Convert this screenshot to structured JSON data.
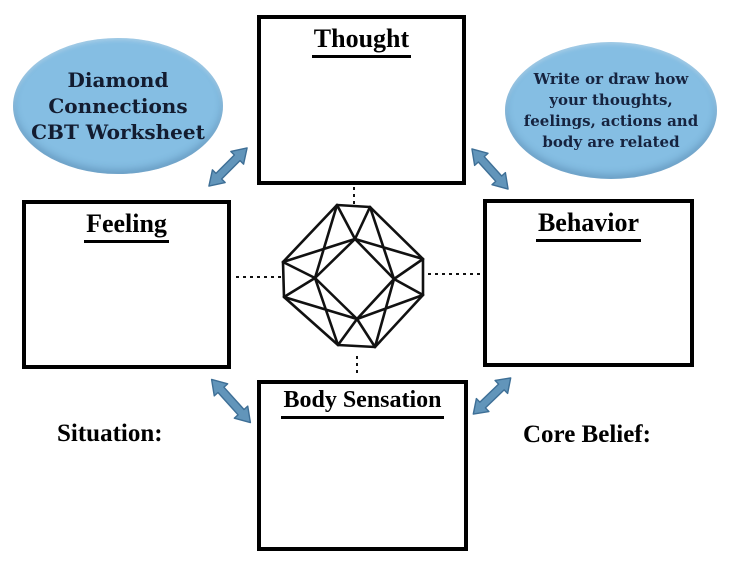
{
  "worksheet": {
    "title_ellipse_text": "Diamond\nConnections\nCBT Worksheet",
    "instruction_ellipse_text": "Write or draw how\nyour thoughts,\nfeelings, actions and\nbody are related"
  },
  "boxes": {
    "thought": {
      "label": "Thought"
    },
    "feeling": {
      "label": "Feeling"
    },
    "behavior": {
      "label": "Behavior"
    },
    "body_sensation": {
      "label": "Body Sensation"
    }
  },
  "labels": {
    "situation": "Situation:",
    "core_belief": "Core Belief:"
  },
  "icons": {
    "diamond": "diamond-gem-top-view",
    "arrow": "double-headed-arrow"
  },
  "colors": {
    "ellipse_fill": "#85bee3",
    "arrow_fill": "#6295ba",
    "arrow_outline": "#3e6f96",
    "line_black": "#000000",
    "background": "#ffffff"
  }
}
